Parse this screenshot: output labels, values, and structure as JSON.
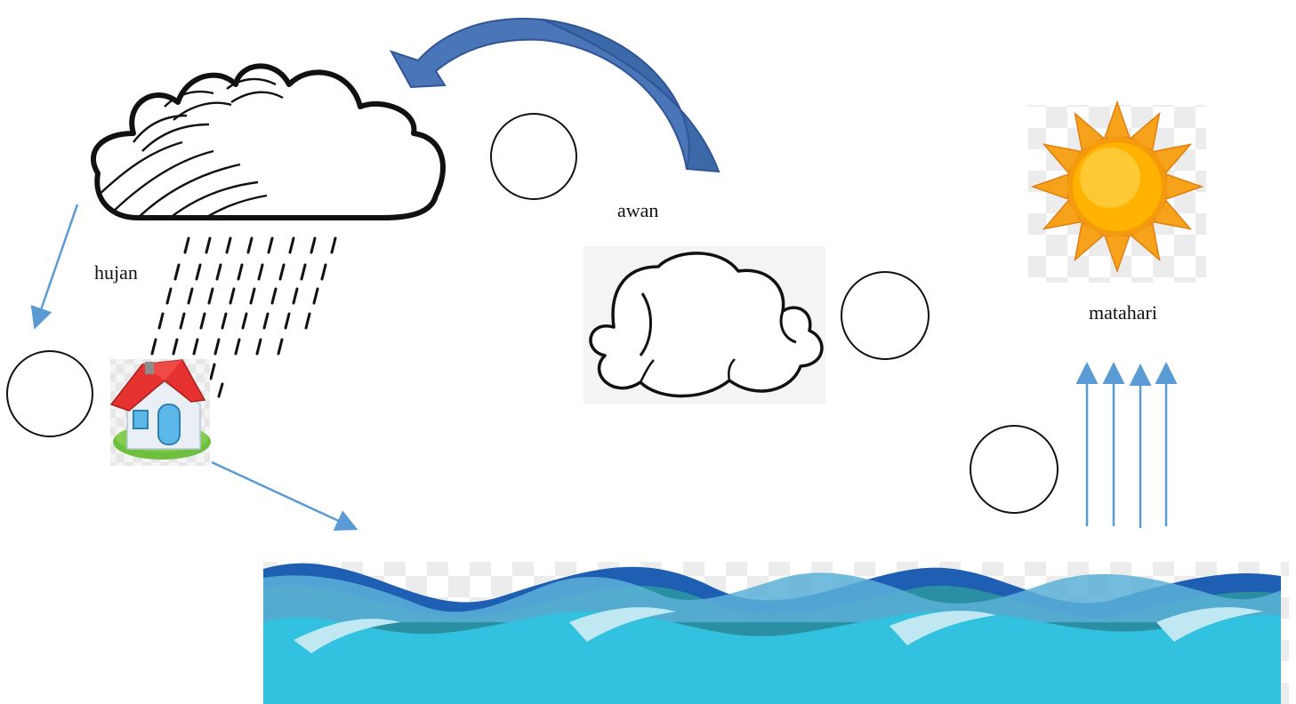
{
  "labels": {
    "hujan": "hujan",
    "awan": "awan",
    "matahari": "matahari"
  },
  "answer_circles": [
    "",
    "",
    "",
    ""
  ],
  "colors": {
    "arrow_blue": "#5b9bd5",
    "curved_arrow": "#4472c4",
    "sun_core": "#ffb300",
    "sun_rays": "#f7a21b",
    "roof": "#e5312f",
    "house_wall": "#e9eff5",
    "grass": "#6fbf3f",
    "sea_light": "#33c1e0",
    "sea_dark": "#1f5fb3",
    "sea_teal": "#2a8fa3"
  },
  "icons": [
    "rain-cloud-icon",
    "cloud-icon",
    "sun-icon",
    "house-icon",
    "sea-waves-icon"
  ]
}
